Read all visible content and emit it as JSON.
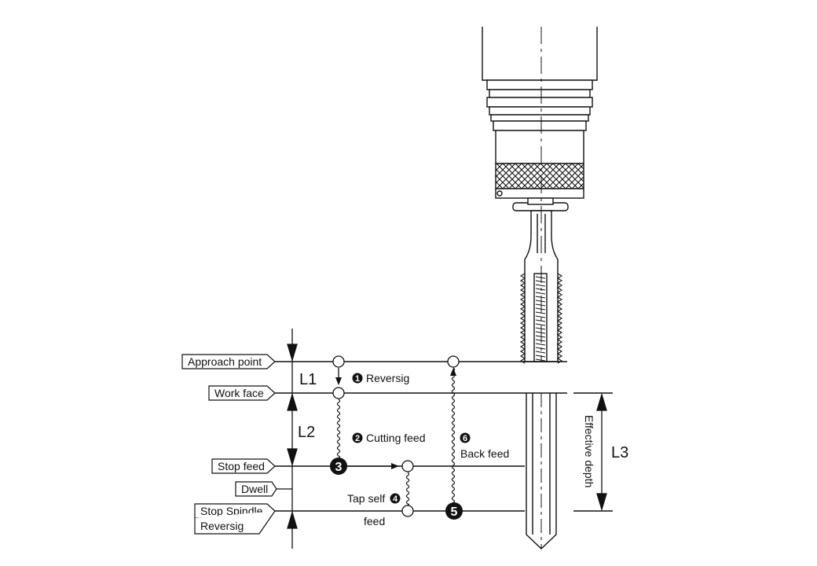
{
  "labels": {
    "approach_point": "Approach point",
    "work_face": "Work face",
    "stop_feed": "Stop feed",
    "dwell": "Dwell",
    "stop_spindle": "Stop Spindle",
    "reversig_box": "Reversig"
  },
  "dimensions": {
    "l1": "L1",
    "l2": "L2",
    "l3": "L3",
    "effective_depth": "Effective depth"
  },
  "steps": {
    "s1_marker": "1",
    "s1_text": "Reversig",
    "s2_marker": "2",
    "s2_text": "Cutting feed",
    "s3_marker": "3",
    "s4_marker": "4",
    "s4_text_a": "Tap self",
    "s4_text_b": "feed",
    "s5_marker": "5",
    "s6_marker": "6",
    "s6_text": "Back feed"
  }
}
